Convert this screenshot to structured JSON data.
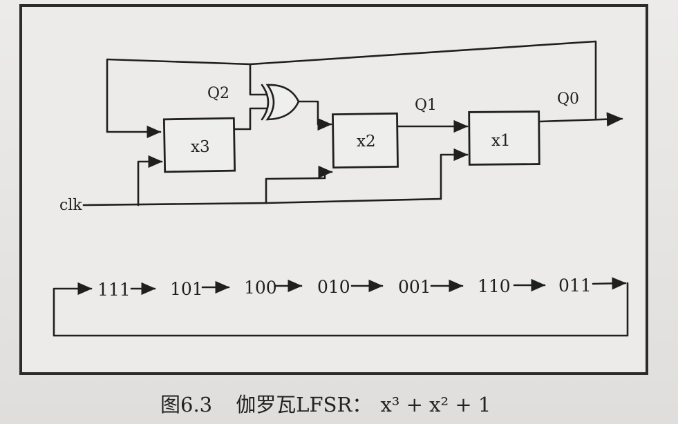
{
  "diagram": {
    "signals": {
      "q2": "Q2",
      "q1": "Q1",
      "q0": "Q0",
      "clk": "clk"
    },
    "registers": [
      {
        "name": "x3"
      },
      {
        "name": "x2"
      },
      {
        "name": "x1"
      }
    ],
    "sequence": [
      "111",
      "101",
      "100",
      "010",
      "001",
      "110",
      "011"
    ]
  },
  "caption": {
    "figure": "图6.3",
    "title": "伽罗瓦LFSR：",
    "formula": "x³ + x² + 1"
  }
}
